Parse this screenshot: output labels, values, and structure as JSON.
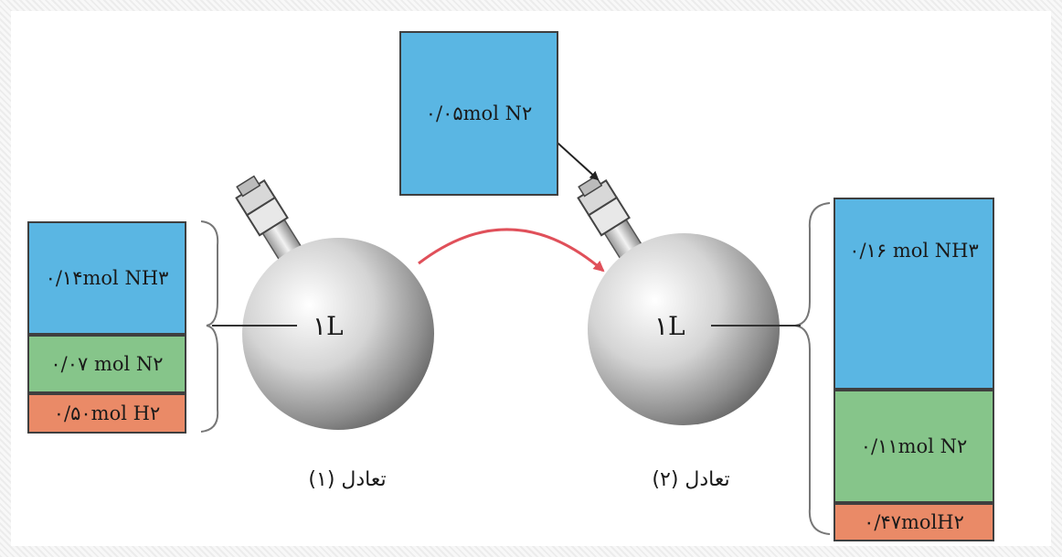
{
  "equilibrium_1": {
    "caption": "تعادل (۱)",
    "volume_label": "۱L",
    "components": [
      {
        "label": "۰/۱۴mol NH۳",
        "color": "#5ab6e3"
      },
      {
        "label": "۰/۰۷ mol N۲",
        "color": "#86c58a"
      },
      {
        "label": "۰/۵۰mol H۲",
        "color": "#ea8a67"
      }
    ]
  },
  "added": {
    "label": "۰/۰۵mol N۲",
    "color": "#5ab6e3"
  },
  "equilibrium_2": {
    "caption": "تعادل (۲)",
    "volume_label": "۱L",
    "components": [
      {
        "label": "۰/۱۶ mol NH۳",
        "color": "#5ab6e3"
      },
      {
        "label": "۰/۱۱mol N۲",
        "color": "#86c58a"
      },
      {
        "label": "۰/۴۷molH۲",
        "color": "#ea8a67"
      }
    ]
  }
}
